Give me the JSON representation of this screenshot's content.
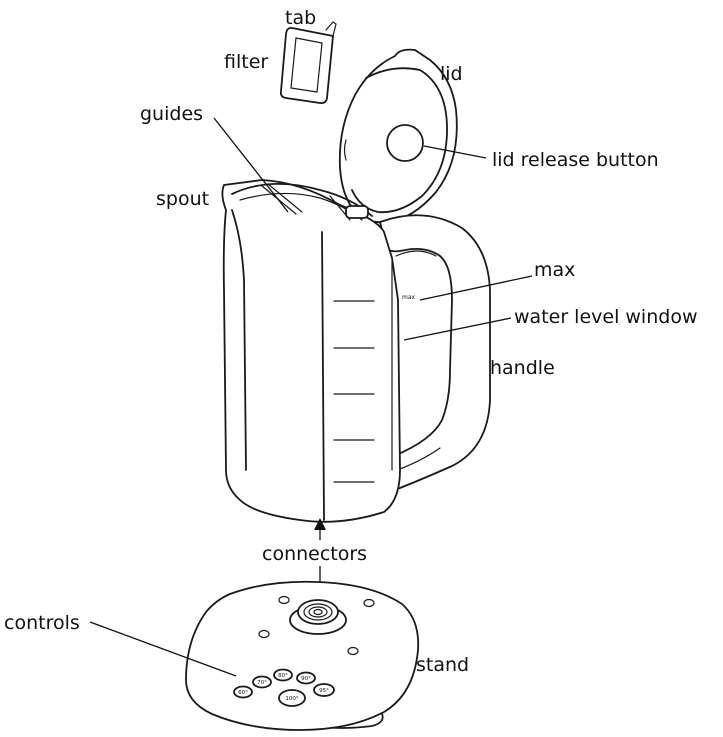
{
  "labels": {
    "tab": "tab",
    "filter": "filter",
    "lid": "lid",
    "guides": "guides",
    "lid_release_button": "lid release button",
    "spout": "spout",
    "max": "max",
    "water_level_window": "water level window",
    "handle": "handle",
    "connectors": "connectors",
    "controls": "controls",
    "stand": "stand"
  },
  "window_mark": "max",
  "temperature_buttons": [
    "60°",
    "70°",
    "80°",
    "90°",
    "95°",
    "100°"
  ],
  "colors": {
    "line": "#1a1a1a",
    "background": "#ffffff"
  }
}
